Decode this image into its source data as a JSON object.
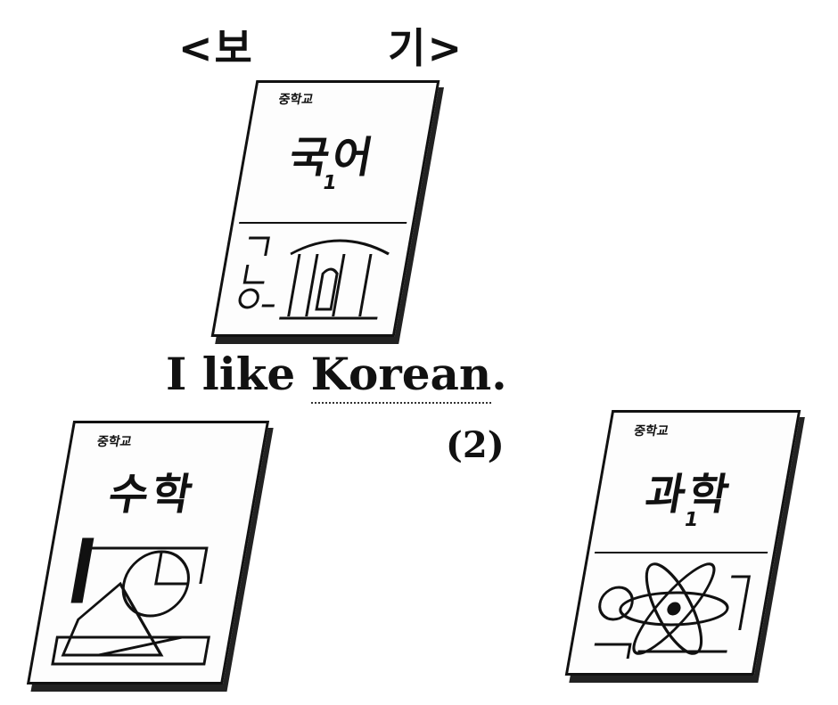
{
  "heading": {
    "left": "<보",
    "right": "기>"
  },
  "example_book": {
    "school": "중학교",
    "title": "국어",
    "volume": "1"
  },
  "example_sentence": {
    "prefix": "I like ",
    "subject": "Korean",
    "suffix": "."
  },
  "book_left": {
    "school": "중학교",
    "title": "수학"
  },
  "question_number": "(2)",
  "book_right": {
    "school": "중학교",
    "title": "과학",
    "volume": "1"
  }
}
